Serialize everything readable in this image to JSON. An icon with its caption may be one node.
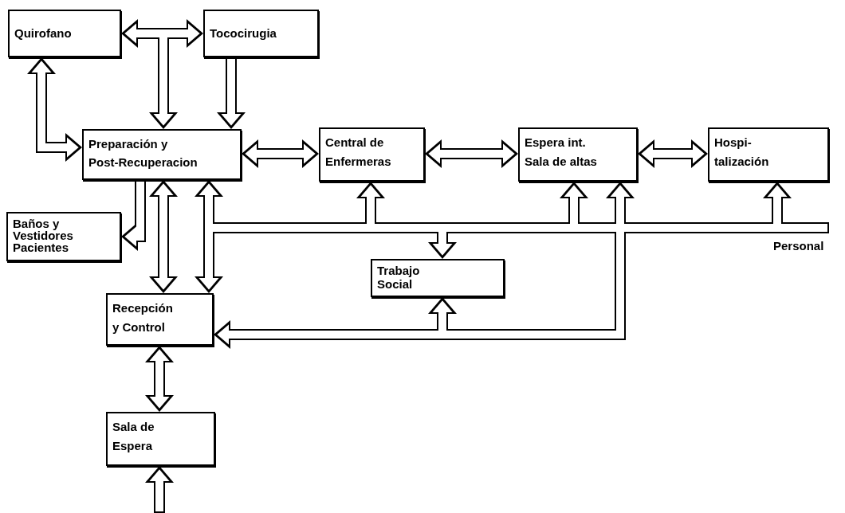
{
  "diagram": {
    "nodes": [
      {
        "text": [
          "Quirofano"
        ]
      },
      {
        "text": [
          "Tococirugia"
        ]
      },
      {
        "text": [
          "Preparación y Post-Recuperacion"
        ]
      },
      {
        "text": [
          "Central de Enfermeras"
        ]
      },
      {
        "text": [
          "Espera int. Sala de altas"
        ]
      },
      {
        "text": [
          "Hospi- talización"
        ]
      },
      {
        "text": [
          "Baños y Vestidores Pacientes"
        ]
      },
      {
        "text": [
          "Trabajo Social"
        ]
      },
      {
        "text": [
          "Recepción y Control"
        ]
      },
      {
        "text": [
          "Sala de Espera"
        ]
      }
    ],
    "edges": [
      {
        "from": 0,
        "to": 1,
        "arrow": "both"
      },
      {
        "from": 1,
        "to": 2,
        "arrow": "to"
      },
      {
        "from": 1,
        "to": 2,
        "arrow": "to"
      },
      {
        "from": 0,
        "to": 2,
        "arrow": "both"
      },
      {
        "from": 2,
        "to": 3,
        "arrow": "both"
      },
      {
        "from": 3,
        "to": 4,
        "arrow": "both"
      },
      {
        "from": 4,
        "to": 5,
        "arrow": "both"
      },
      {
        "from": 2,
        "to": 8,
        "arrow": "both"
      },
      {
        "from": 2,
        "to": 6,
        "arrow": "to"
      },
      {
        "from": null,
        "to": 2,
        "arrow": "to"
      },
      {
        "from": null,
        "to": 8,
        "arrow": "to"
      },
      {
        "from": null,
        "to": 3,
        "arrow": "to"
      },
      {
        "from": null,
        "to": 4,
        "arrow": "to"
      },
      {
        "from": null,
        "to": 5,
        "arrow": "to"
      },
      {
        "from": null,
        "to": 7,
        "arrow": "to"
      },
      {
        "from": 4,
        "to": 8,
        "arrow": "both"
      },
      {
        "from": 4,
        "to": 7,
        "arrow": "to"
      },
      {
        "from": 8,
        "to": 9,
        "arrow": "both"
      },
      {
        "from": null,
        "to": 9,
        "arrow": "to"
      }
    ],
    "labels": [
      "Personal"
    ]
  }
}
